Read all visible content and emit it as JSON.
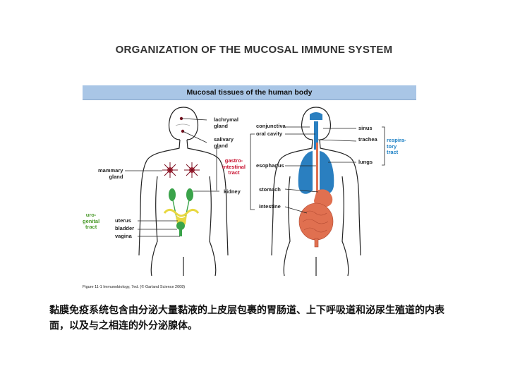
{
  "slide": {
    "title": "ORGANIZATION OF THE MUCOSAL IMMUNE SYSTEM",
    "description": "黏膜免疫系统包含由分泌大量黏液的上皮层包裹的胃肠道、上下呼吸道和泌尿生殖道的内表面，以及与之相连的外分泌腺体。"
  },
  "figure": {
    "header": "Mucosal tissues of the human body",
    "caption": "Figure 11-1 Immunobiology, 7ed. (© Garland Science 2008)",
    "left_labels": {
      "lachrymal_gland": "lachrymal\ngland",
      "salivary_gland": "salivary\ngland",
      "gastrointestinal_tract": "gastro-\nintestinal\ntract",
      "mammary_gland": "mammary\ngland",
      "kidney": "kidney",
      "urogenital_tract": "uro-\ngenital\ntract",
      "uterus": "uterus",
      "bladder": "bladder",
      "vagina": "vagina"
    },
    "right_labels": {
      "conjunctiva": "conjunctiva",
      "oral_cavity": "oral cavity",
      "esophagus": "esophagus",
      "stomach": "stomach",
      "intestine": "intestine",
      "sinus": "sinus",
      "trachea": "trachea",
      "lungs": "lungs",
      "respiratory_tract": "respira-\ntory\ntract"
    },
    "colors": {
      "header_bg": "#a9c6e6",
      "gland_dot": "#7a1020",
      "red_label": "#c8102e",
      "respiratory": "#2a7fc0",
      "digestive": "#e07050",
      "urogenital": "#3aa34a",
      "uterus": "#e8d840"
    }
  }
}
